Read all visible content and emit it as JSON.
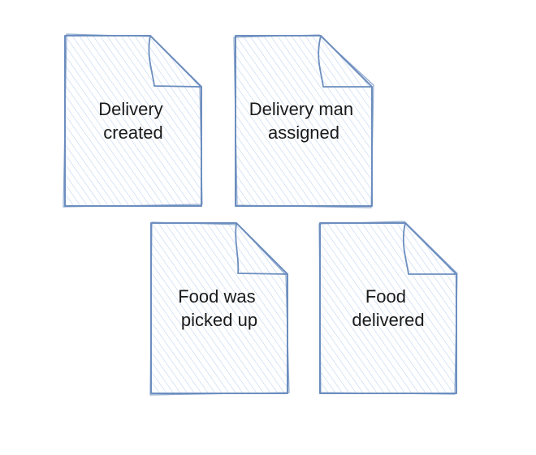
{
  "diagram": {
    "style": "hand-drawn",
    "shape_type": "document-note",
    "colors": {
      "stroke": "#6c8ebf",
      "fill": "#dae8fc",
      "hatch": "#a9c4eb",
      "text": "#1a1a1a"
    },
    "documents": [
      {
        "id": "delivery-created",
        "lines": [
          "Delivery",
          "created"
        ]
      },
      {
        "id": "delivery-man-assigned",
        "lines": [
          "Delivery man",
          "assigned"
        ]
      },
      {
        "id": "food-picked-up",
        "lines": [
          "Food was",
          "picked up"
        ]
      },
      {
        "id": "food-delivered",
        "lines": [
          "Food",
          "delivered"
        ]
      }
    ]
  }
}
